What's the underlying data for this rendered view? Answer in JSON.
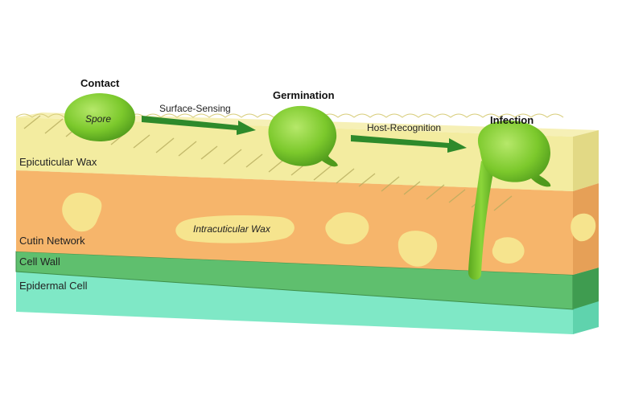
{
  "stages": {
    "contact": "Contact",
    "germination": "Germination",
    "infection": "Infection"
  },
  "arrows": {
    "surface_sensing": "Surface-Sensing",
    "host_recognition": "Host-Recognition"
  },
  "structures": {
    "spore": "Spore",
    "intracuticular_wax": "Intracuticular Wax"
  },
  "layers": {
    "epicuticular_wax": "Epicuticular Wax",
    "cutin_network": "Cutin Network",
    "cell_wall": "Cell Wall",
    "epidermal_cell": "Epidermal Cell"
  },
  "colors": {
    "epicuticular_wax": "#f3eca0",
    "cutin_network": "#f6b56b",
    "cell_wall": "#5fbf6e",
    "epidermal_cell": "#7fe8c6",
    "fungus": "#7cc92c",
    "arrow": "#2e8a2b",
    "wax_patch": "#f6e48e"
  }
}
